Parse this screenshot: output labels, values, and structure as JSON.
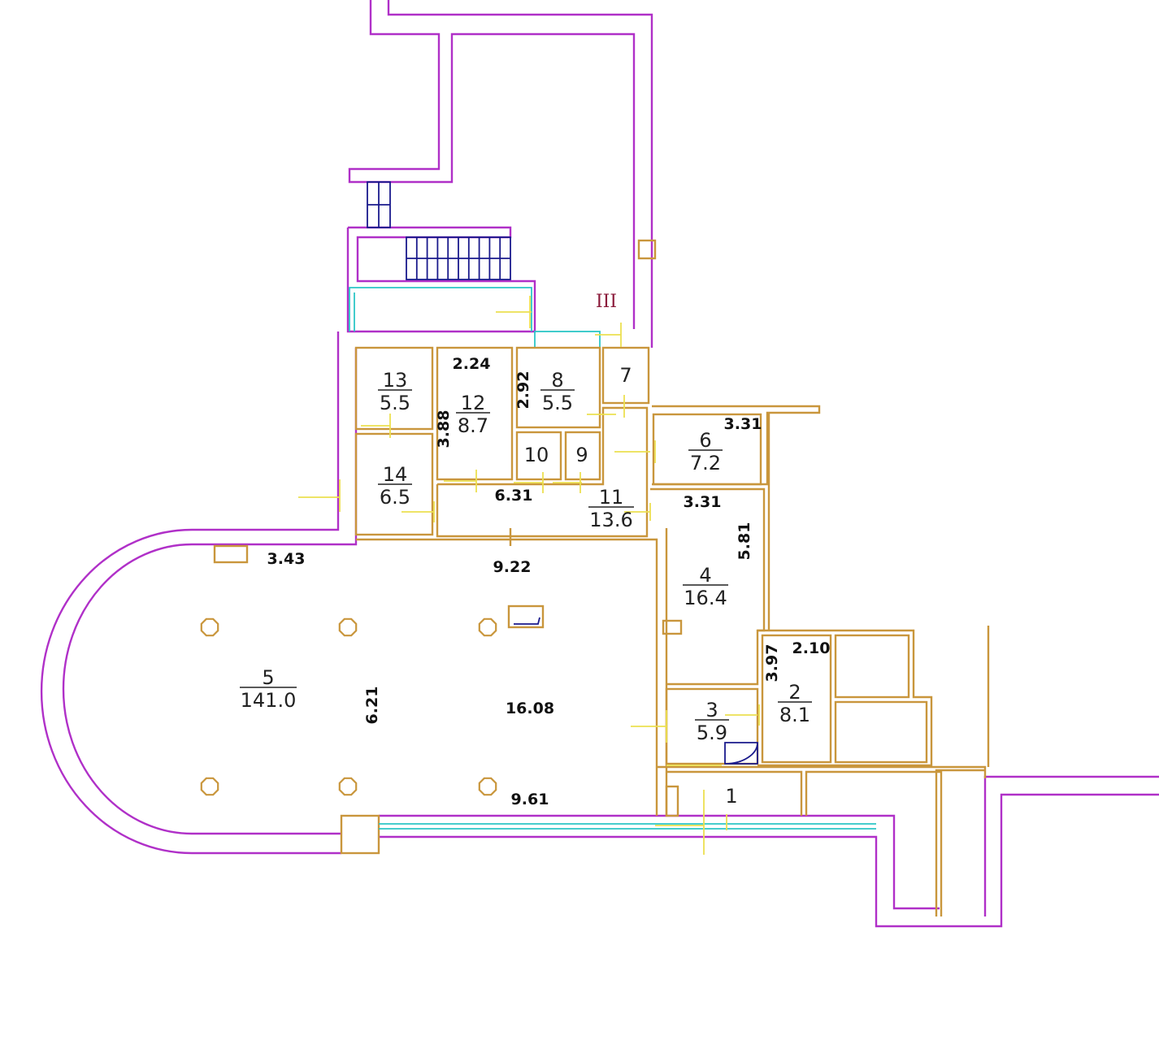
{
  "stair_label": "III",
  "rooms": [
    {
      "num": "1",
      "area": ""
    },
    {
      "num": "2",
      "area": "8.1"
    },
    {
      "num": "3",
      "area": "5.9"
    },
    {
      "num": "4",
      "area": "16.4"
    },
    {
      "num": "5",
      "area": "141.0"
    },
    {
      "num": "6",
      "area": "7.2"
    },
    {
      "num": "7",
      "area": ""
    },
    {
      "num": "8",
      "area": "5.5"
    },
    {
      "num": "9",
      "area": ""
    },
    {
      "num": "10",
      "area": ""
    },
    {
      "num": "11",
      "area": "13.6"
    },
    {
      "num": "12",
      "area": "8.7"
    },
    {
      "num": "13",
      "area": "5.5"
    },
    {
      "num": "14",
      "area": "6.5"
    }
  ],
  "dimensions": [
    "2.24",
    "2.92",
    "3.88",
    "6.31",
    "3.31",
    "3.31",
    "5.81",
    "3.43",
    "9.22",
    "6.21",
    "16.08",
    "9.61",
    "3.97",
    "2.10"
  ],
  "colors": {
    "outer_wall": "#b030c8",
    "inner_wall": "#c9963c",
    "window": "#2cc6c6",
    "stair": "#1a1a8c"
  }
}
